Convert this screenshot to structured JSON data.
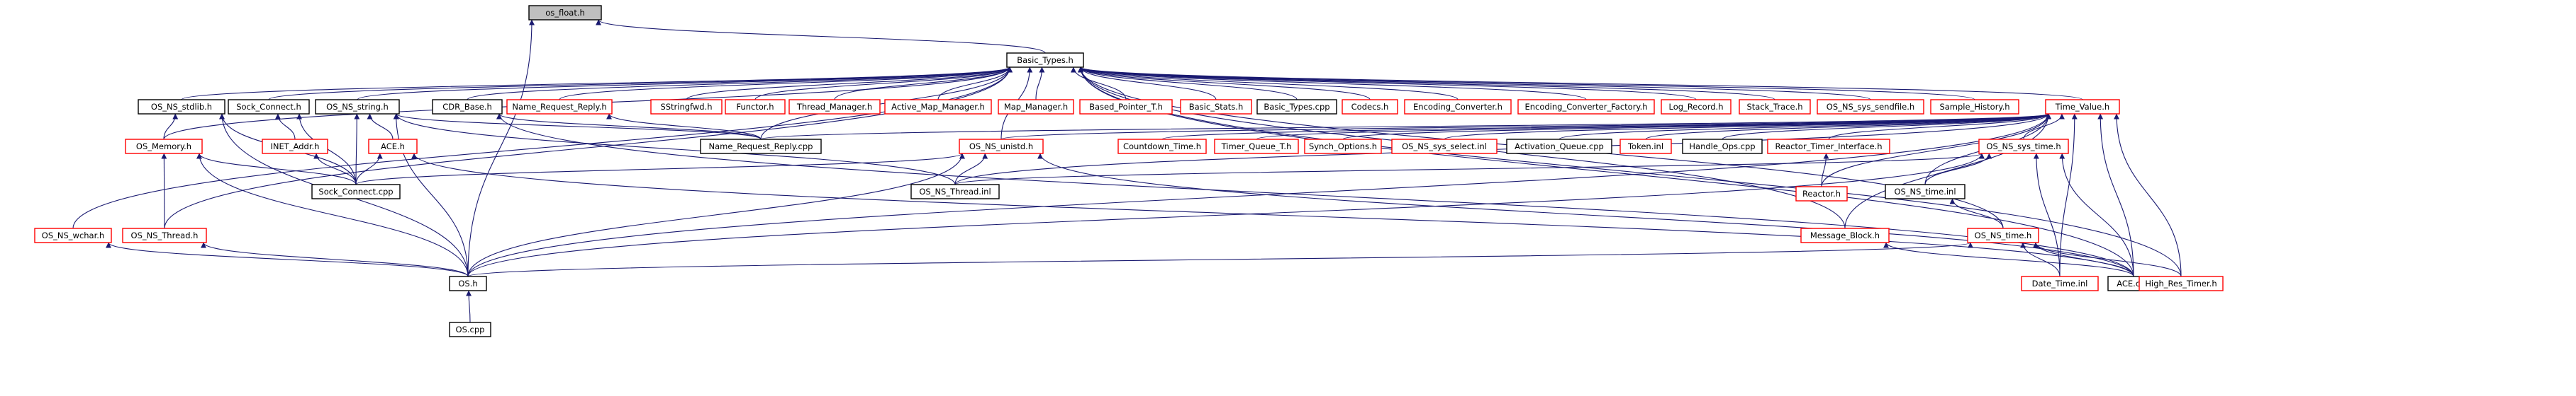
{
  "colors": {
    "edge": "#191970",
    "node_border": "#000000",
    "undocumented_border": "#ff0000",
    "root_fill": "#bfbfbf",
    "fill": "#ffffff"
  },
  "nodes": [
    {
      "id": "os_float_h",
      "label": "os_float.h",
      "style": "root"
    },
    {
      "id": "basic_types_h",
      "label": "Basic_Types.h",
      "style": "normal"
    },
    {
      "id": "os_ns_stdlib_h",
      "label": "OS_NS_stdlib.h",
      "style": "normal"
    },
    {
      "id": "sock_connect_h",
      "label": "Sock_Connect.h",
      "style": "normal"
    },
    {
      "id": "os_ns_string_h",
      "label": "OS_NS_string.h",
      "style": "normal"
    },
    {
      "id": "cdr_base_h",
      "label": "CDR_Base.h",
      "style": "normal"
    },
    {
      "id": "name_request_reply_h",
      "label": "Name_Request_Reply.h",
      "style": "red"
    },
    {
      "id": "sstringfwd_h",
      "label": "SStringfwd.h",
      "style": "red"
    },
    {
      "id": "functor_h",
      "label": "Functor.h",
      "style": "red"
    },
    {
      "id": "thread_manager_h",
      "label": "Thread_Manager.h",
      "style": "red"
    },
    {
      "id": "active_map_manager_h",
      "label": "Active_Map_Manager.h",
      "style": "red"
    },
    {
      "id": "map_manager_h",
      "label": "Map_Manager.h",
      "style": "red"
    },
    {
      "id": "based_pointer_t_h",
      "label": "Based_Pointer_T.h",
      "style": "red"
    },
    {
      "id": "basic_stats_h",
      "label": "Basic_Stats.h",
      "style": "red"
    },
    {
      "id": "basic_types_cpp",
      "label": "Basic_Types.cpp",
      "style": "normal"
    },
    {
      "id": "codecs_h",
      "label": "Codecs.h",
      "style": "red"
    },
    {
      "id": "encoding_converter_h",
      "label": "Encoding_Converter.h",
      "style": "red"
    },
    {
      "id": "encoding_converter_factory_h",
      "label": "Encoding_Converter_Factory.h",
      "style": "red"
    },
    {
      "id": "log_record_h",
      "label": "Log_Record.h",
      "style": "red"
    },
    {
      "id": "stack_trace_h",
      "label": "Stack_Trace.h",
      "style": "red"
    },
    {
      "id": "os_ns_sys_sendfile_h",
      "label": "OS_NS_sys_sendfile.h",
      "style": "red"
    },
    {
      "id": "sample_history_h",
      "label": "Sample_History.h",
      "style": "red"
    },
    {
      "id": "time_value_h",
      "label": "Time_Value.h",
      "style": "red"
    },
    {
      "id": "os_memory_h",
      "label": "OS_Memory.h",
      "style": "red"
    },
    {
      "id": "inet_addr_h",
      "label": "INET_Addr.h",
      "style": "red"
    },
    {
      "id": "ace_h",
      "label": "ACE.h",
      "style": "red"
    },
    {
      "id": "name_request_reply_cpp",
      "label": "Name_Request_Reply.cpp",
      "style": "normal"
    },
    {
      "id": "os_ns_unistd_h",
      "label": "OS_NS_unistd.h",
      "style": "red"
    },
    {
      "id": "countdown_time_h",
      "label": "Countdown_Time.h",
      "style": "red"
    },
    {
      "id": "timer_queue_t_h",
      "label": "Timer_Queue_T.h",
      "style": "red"
    },
    {
      "id": "synch_options_h",
      "label": "Synch_Options.h",
      "style": "red"
    },
    {
      "id": "os_ns_sys_select_inl",
      "label": "OS_NS_sys_select.inl",
      "style": "red"
    },
    {
      "id": "activation_queue_cpp",
      "label": "Activation_Queue.cpp",
      "style": "normal"
    },
    {
      "id": "token_inl",
      "label": "Token.inl",
      "style": "red"
    },
    {
      "id": "handle_ops_cpp",
      "label": "Handle_Ops.cpp",
      "style": "normal"
    },
    {
      "id": "reactor_timer_interface_h",
      "label": "Reactor_Timer_Interface.h",
      "style": "red"
    },
    {
      "id": "os_ns_sys_time_h",
      "label": "OS_NS_sys_time.h",
      "style": "red"
    },
    {
      "id": "sock_connect_cpp",
      "label": "Sock_Connect.cpp",
      "style": "normal"
    },
    {
      "id": "os_ns_thread_inl",
      "label": "OS_NS_Thread.inl",
      "style": "normal"
    },
    {
      "id": "reactor_h",
      "label": "Reactor.h",
      "style": "red"
    },
    {
      "id": "os_ns_time_inl",
      "label": "OS_NS_time.inl",
      "style": "normal"
    },
    {
      "id": "os_ns_wchar_h",
      "label": "OS_NS_wchar.h",
      "style": "red"
    },
    {
      "id": "os_ns_thread_h",
      "label": "OS_NS_Thread.h",
      "style": "red"
    },
    {
      "id": "message_block_h",
      "label": "Message_Block.h",
      "style": "red"
    },
    {
      "id": "os_ns_time_h",
      "label": "OS_NS_time.h",
      "style": "red"
    },
    {
      "id": "os_h",
      "label": "OS.h",
      "style": "normal"
    },
    {
      "id": "ace_cpp",
      "label": "ACE.cpp",
      "style": "normal"
    },
    {
      "id": "date_time_inl",
      "label": "Date_Time.inl",
      "style": "red"
    },
    {
      "id": "high_res_timer_h",
      "label": "High_Res_Timer.h",
      "style": "red"
    },
    {
      "id": "os_cpp",
      "label": "OS.cpp",
      "style": "normal"
    }
  ],
  "edges": [
    [
      "basic_types_h",
      "os_float_h"
    ],
    [
      "os_h",
      "os_float_h"
    ],
    [
      "os_ns_stdlib_h",
      "basic_types_h"
    ],
    [
      "sock_connect_h",
      "basic_types_h"
    ],
    [
      "os_ns_string_h",
      "basic_types_h"
    ],
    [
      "cdr_base_h",
      "basic_types_h"
    ],
    [
      "name_request_reply_h",
      "basic_types_h"
    ],
    [
      "sstringfwd_h",
      "basic_types_h"
    ],
    [
      "functor_h",
      "basic_types_h"
    ],
    [
      "thread_manager_h",
      "basic_types_h"
    ],
    [
      "active_map_manager_h",
      "basic_types_h"
    ],
    [
      "map_manager_h",
      "basic_types_h"
    ],
    [
      "based_pointer_t_h",
      "basic_types_h"
    ],
    [
      "basic_stats_h",
      "basic_types_h"
    ],
    [
      "basic_types_cpp",
      "basic_types_h"
    ],
    [
      "codecs_h",
      "basic_types_h"
    ],
    [
      "encoding_converter_h",
      "basic_types_h"
    ],
    [
      "encoding_converter_factory_h",
      "basic_types_h"
    ],
    [
      "log_record_h",
      "basic_types_h"
    ],
    [
      "stack_trace_h",
      "basic_types_h"
    ],
    [
      "os_ns_sys_sendfile_h",
      "basic_types_h"
    ],
    [
      "sample_history_h",
      "basic_types_h"
    ],
    [
      "time_value_h",
      "basic_types_h"
    ],
    [
      "os_memory_h",
      "basic_types_h"
    ],
    [
      "os_ns_unistd_h",
      "basic_types_h"
    ],
    [
      "name_request_reply_cpp",
      "basic_types_h"
    ],
    [
      "os_ns_thread_h",
      "basic_types_h"
    ],
    [
      "os_ns_wchar_h",
      "basic_types_h"
    ],
    [
      "ace_cpp",
      "basic_types_h"
    ],
    [
      "high_res_timer_h",
      "basic_types_h"
    ],
    [
      "os_ns_time_h",
      "basic_types_h"
    ],
    [
      "message_block_h",
      "basic_types_h"
    ],
    [
      "os_memory_h",
      "os_ns_stdlib_h"
    ],
    [
      "sock_connect_cpp",
      "os_ns_stdlib_h"
    ],
    [
      "os_h",
      "os_ns_stdlib_h"
    ],
    [
      "inet_addr_h",
      "sock_connect_h"
    ],
    [
      "sock_connect_cpp",
      "sock_connect_h"
    ],
    [
      "ace_h",
      "os_ns_string_h"
    ],
    [
      "sock_connect_cpp",
      "os_ns_string_h"
    ],
    [
      "name_request_reply_cpp",
      "os_ns_string_h"
    ],
    [
      "os_h",
      "os_ns_string_h"
    ],
    [
      "os_ns_thread_inl",
      "os_ns_string_h"
    ],
    [
      "name_request_reply_cpp",
      "cdr_base_h"
    ],
    [
      "ace_cpp",
      "cdr_base_h"
    ],
    [
      "name_request_reply_cpp",
      "name_request_reply_h"
    ],
    [
      "sock_connect_cpp",
      "inet_addr_h"
    ],
    [
      "sock_connect_cpp",
      "ace_h"
    ],
    [
      "ace_cpp",
      "ace_h"
    ],
    [
      "sock_connect_cpp",
      "os_memory_h"
    ],
    [
      "os_ns_thread_h",
      "os_memory_h"
    ],
    [
      "os_h",
      "os_memory_h"
    ],
    [
      "os_h",
      "os_ns_thread_h"
    ],
    [
      "os_h",
      "os_ns_wchar_h"
    ],
    [
      "os_cpp",
      "os_h"
    ],
    [
      "sock_connect_cpp",
      "os_ns_unistd_h"
    ],
    [
      "os_ns_thread_inl",
      "os_ns_unistd_h"
    ],
    [
      "os_h",
      "os_ns_unistd_h"
    ],
    [
      "ace_cpp",
      "os_ns_unistd_h"
    ],
    [
      "countdown_time_h",
      "time_value_h"
    ],
    [
      "timer_queue_t_h",
      "time_value_h"
    ],
    [
      "synch_options_h",
      "time_value_h"
    ],
    [
      "os_ns_sys_select_inl",
      "time_value_h"
    ],
    [
      "activation_queue_cpp",
      "time_value_h"
    ],
    [
      "token_inl",
      "time_value_h"
    ],
    [
      "handle_ops_cpp",
      "time_value_h"
    ],
    [
      "reactor_timer_interface_h",
      "time_value_h"
    ],
    [
      "os_ns_sys_time_h",
      "time_value_h"
    ],
    [
      "os_ns_unistd_h",
      "time_value_h"
    ],
    [
      "name_request_reply_cpp",
      "time_value_h"
    ],
    [
      "os_ns_thread_inl",
      "time_value_h"
    ],
    [
      "reactor_h",
      "time_value_h"
    ],
    [
      "os_ns_time_inl",
      "time_value_h"
    ],
    [
      "message_block_h",
      "time_value_h"
    ],
    [
      "date_time_inl",
      "time_value_h"
    ],
    [
      "high_res_timer_h",
      "time_value_h"
    ],
    [
      "ace_cpp",
      "time_value_h"
    ],
    [
      "os_h",
      "time_value_h"
    ],
    [
      "reactor_h",
      "reactor_timer_interface_h"
    ],
    [
      "os_ns_thread_inl",
      "os_ns_sys_time_h"
    ],
    [
      "os_ns_time_inl",
      "os_ns_sys_time_h"
    ],
    [
      "os_h",
      "os_ns_sys_time_h"
    ],
    [
      "ace_cpp",
      "os_ns_sys_time_h"
    ],
    [
      "date_time_inl",
      "os_ns_sys_time_h"
    ],
    [
      "os_ns_time_h",
      "os_ns_time_inl"
    ],
    [
      "ace_cpp",
      "message_block_h"
    ],
    [
      "ace_cpp",
      "os_ns_time_h"
    ],
    [
      "os_h",
      "os_ns_time_h"
    ],
    [
      "date_time_inl",
      "os_ns_time_h"
    ],
    [
      "high_res_timer_h",
      "os_ns_time_h"
    ]
  ]
}
